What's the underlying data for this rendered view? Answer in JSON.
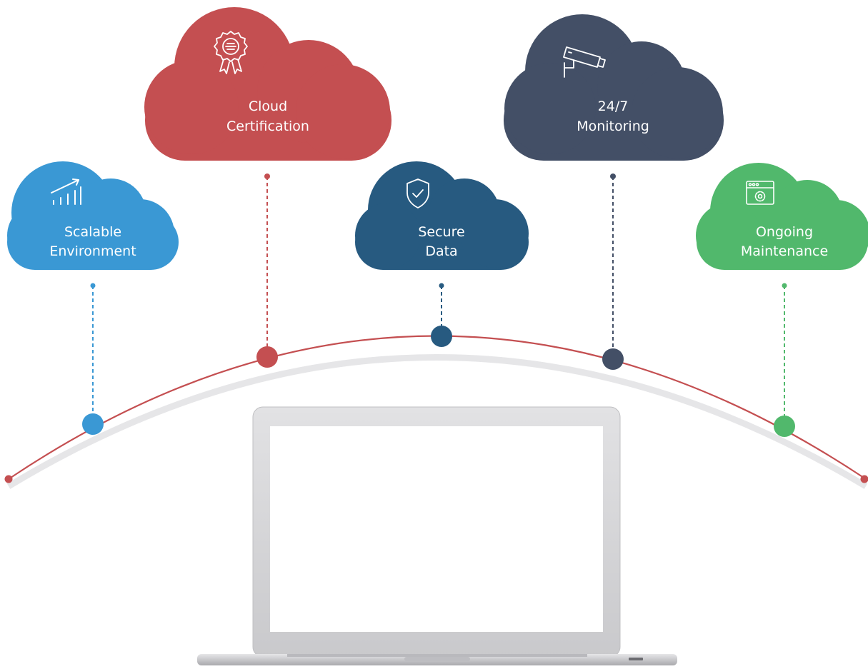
{
  "clouds": [
    {
      "id": "scalable",
      "line1": "Scalable",
      "line2": "Environment",
      "color": "#3a98d4",
      "icon": "growth-chart-icon"
    },
    {
      "id": "certification",
      "line1": "Cloud",
      "line2": "Certification",
      "color": "#c44f51",
      "icon": "certificate-badge-icon"
    },
    {
      "id": "secure",
      "line1": "Secure",
      "line2": "Data",
      "color": "#275a80",
      "icon": "shield-check-icon"
    },
    {
      "id": "monitoring",
      "line1": "24/7",
      "line2": "Monitoring",
      "color": "#434f66",
      "icon": "security-camera-icon"
    },
    {
      "id": "maintenance",
      "line1": "Ongoing",
      "line2": "Maintenance",
      "color": "#51b86c",
      "icon": "browser-gear-icon"
    }
  ],
  "colors": {
    "arc": "#c44f51",
    "arc_shadow": "#e4e4e6",
    "laptop_frame": "#d4d4d6",
    "laptop_screen": "#ffffff",
    "laptop_base": "#cfcfd1"
  }
}
